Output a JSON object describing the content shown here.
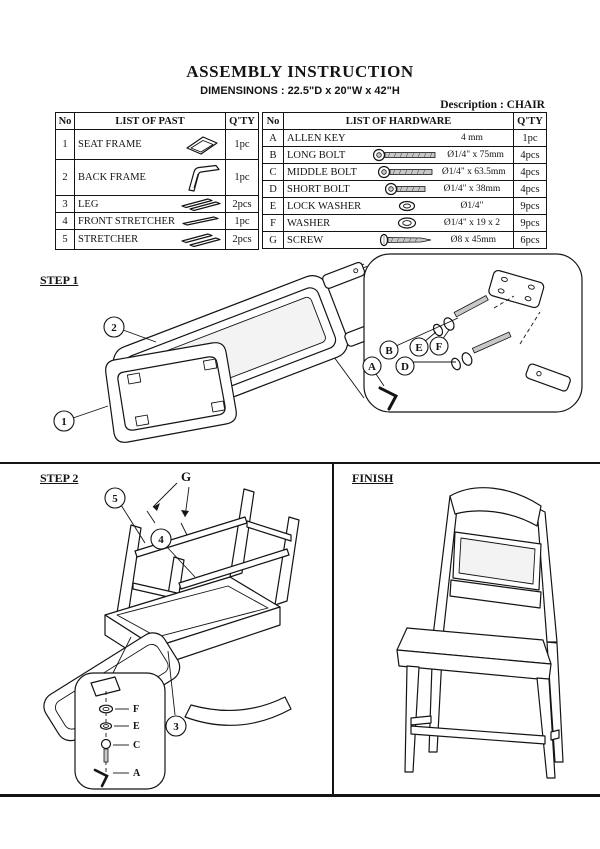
{
  "header": {
    "title": "ASSEMBLY INSTRUCTION",
    "dimensions": "DIMENSINONS : 22.5\"D x 20\"W x 42\"H",
    "description": "Description : CHAIR"
  },
  "parts_table": {
    "headers": {
      "no": "No",
      "name": "LIST OF PAST",
      "qty": "Q'TY"
    },
    "rows": [
      {
        "no": "1",
        "name": "SEAT FRAME",
        "qty": "1pc",
        "icon": "seat-frame-icon"
      },
      {
        "no": "2",
        "name": "BACK FRAME",
        "qty": "1pc",
        "icon": "back-frame-icon"
      },
      {
        "no": "3",
        "name": "LEG",
        "qty": "2pcs",
        "icon": "leg-icon"
      },
      {
        "no": "4",
        "name": "FRONT STRETCHER",
        "qty": "1pc",
        "icon": "front-stretcher-icon"
      },
      {
        "no": "5",
        "name": "STRETCHER",
        "qty": "2pcs",
        "icon": "stretcher-icon"
      }
    ]
  },
  "hardware_table": {
    "headers": {
      "no": "No",
      "name": "LIST OF HARDWARE",
      "qty": "Q'TY"
    },
    "rows": [
      {
        "no": "A",
        "name": "ALLEN KEY",
        "size": "4 mm",
        "qty": "1pc",
        "icon": ""
      },
      {
        "no": "B",
        "name": "LONG BOLT",
        "size": "Ø1/4\" x 75mm",
        "qty": "4pcs",
        "icon": "long-bolt-icon"
      },
      {
        "no": "C",
        "name": "MIDDLE BOLT",
        "size": "Ø1/4\" x 63.5mm",
        "qty": "4pcs",
        "icon": "middle-bolt-icon"
      },
      {
        "no": "D",
        "name": "SHORT BOLT",
        "size": "Ø1/4\" x 38mm",
        "qty": "4pcs",
        "icon": "short-bolt-icon"
      },
      {
        "no": "E",
        "name": "LOCK WASHER",
        "size": "Ø1/4\"",
        "qty": "9pcs",
        "icon": "lock-washer-icon"
      },
      {
        "no": "F",
        "name": "WASHER",
        "size": "Ø1/4\" x 19 x 2",
        "qty": "9pcs",
        "icon": "washer-icon"
      },
      {
        "no": "G",
        "name": "SCREW",
        "size": "Ø8 x 45mm",
        "qty": "6pcs",
        "icon": "screw-icon"
      }
    ]
  },
  "step1": {
    "label": "STEP 1",
    "callouts": {
      "part1": "1",
      "part2": "2",
      "a": "A",
      "b": "B",
      "d": "D",
      "e": "E",
      "f": "F"
    }
  },
  "step2": {
    "label": "STEP 2",
    "screw_label": "G",
    "callouts": {
      "c3": "3",
      "c4": "4",
      "c5": "5",
      "f": "F",
      "e": "E",
      "c": "C",
      "a": "A"
    }
  },
  "finish": {
    "label": "FINISH"
  },
  "colors": {
    "ink": "#141414",
    "metal": "#c8c8c8",
    "paper": "#ffffff"
  }
}
